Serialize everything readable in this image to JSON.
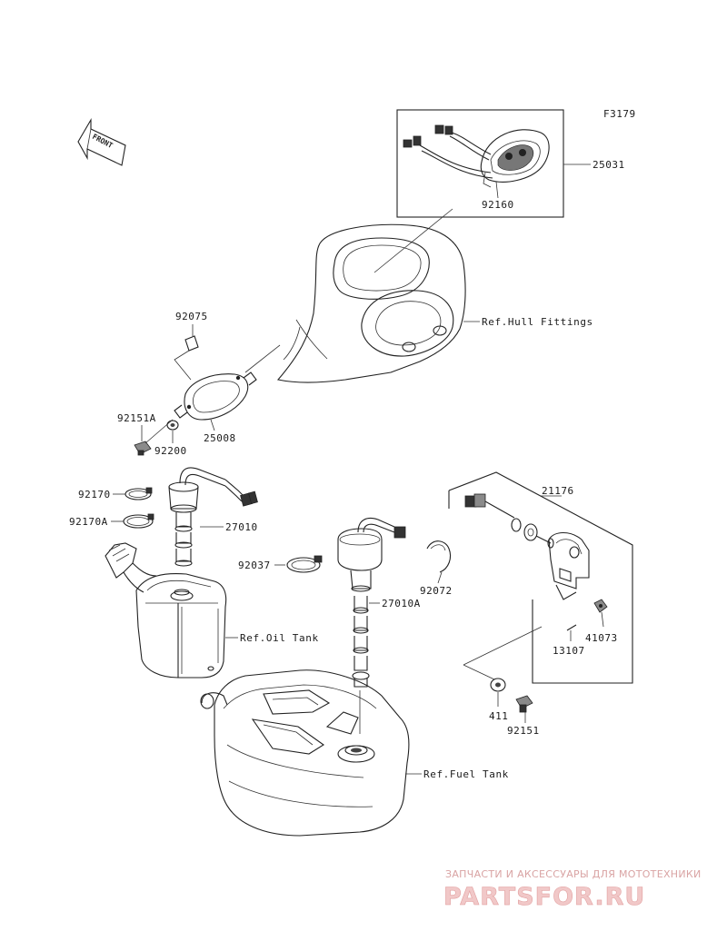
{
  "figure": {
    "code": "F3179",
    "direction_label": "FRONT"
  },
  "parts": {
    "p25031": "25031",
    "p92160": "92160",
    "p92075": "92075",
    "p25008": "25008",
    "p92151A": "92151A",
    "p92200": "92200",
    "p92170": "92170",
    "p92170A": "92170A",
    "p27010": "27010",
    "p92037": "92037",
    "p27010A": "27010A",
    "p92072": "92072",
    "p21176": "21176",
    "p41073": "41073",
    "p13107": "13107",
    "p411": "411",
    "p92151": "92151"
  },
  "references": {
    "hull": "Ref.Hull Fittings",
    "oil": "Ref.Oil Tank",
    "fuel": "Ref.Fuel Tank"
  },
  "watermark": {
    "tagline": "ЗАПЧАСТИ И АКСЕССУАРЫ ДЛЯ МОТОТЕХНИКИ",
    "logo": "PARTSFOR.RU",
    "color": "#e8a5a5"
  }
}
